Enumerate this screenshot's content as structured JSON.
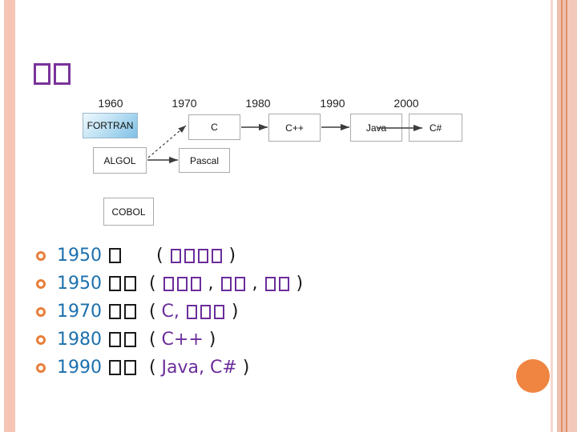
{
  "colors": {
    "title_purple": "#7a3399",
    "list_year_blue": "#1c70ad",
    "list_lang_purple": "#6b2d9b",
    "bullet_orange": "#e87e39",
    "stripe_salmon": "#f6c5b5",
    "circle_orange": "#ef8540",
    "fortran_box_blue": "#7fc0e6"
  },
  "title": {
    "tofu_count": 2
  },
  "diagram": {
    "years": [
      "1960",
      "1970",
      "1980",
      "1990",
      "2000"
    ],
    "boxes": [
      {
        "label": "FORTRAN"
      },
      {
        "label": "ALGOL"
      },
      {
        "label": "COBOL"
      },
      {
        "label": "C"
      },
      {
        "label": "Pascal"
      },
      {
        "label": "C++"
      },
      {
        "label": "Java"
      },
      {
        "label": "C#"
      }
    ]
  },
  "bullets": [
    {
      "segments": [
        {
          "t": "1950 ",
          "c": "blue"
        },
        {
          "tofu": 1,
          "c": "black"
        },
        {
          "t": "      ( ",
          "c": "black"
        },
        {
          "tofu": 4,
          "c": "purple"
        },
        {
          "t": " )",
          "c": "black"
        }
      ]
    },
    {
      "segments": [
        {
          "t": "1950 ",
          "c": "blue"
        },
        {
          "tofu": 2,
          "c": "black"
        },
        {
          "t": "  ( ",
          "c": "black"
        },
        {
          "tofu": 3,
          "c": "purple"
        },
        {
          "t": " , ",
          "c": "black"
        },
        {
          "tofu": 2,
          "c": "purple"
        },
        {
          "t": " , ",
          "c": "black"
        },
        {
          "tofu": 2,
          "c": "purple"
        },
        {
          "t": " )",
          "c": "black"
        }
      ]
    },
    {
      "segments": [
        {
          "t": "1970 ",
          "c": "blue"
        },
        {
          "tofu": 2,
          "c": "black"
        },
        {
          "t": "  ( ",
          "c": "black"
        },
        {
          "t": "C, ",
          "c": "purple"
        },
        {
          "tofu": 3,
          "c": "purple"
        },
        {
          "t": " )",
          "c": "black"
        }
      ]
    },
    {
      "segments": [
        {
          "t": "1980 ",
          "c": "blue"
        },
        {
          "tofu": 2,
          "c": "black"
        },
        {
          "t": "  ( ",
          "c": "black"
        },
        {
          "t": "C++",
          "c": "purple"
        },
        {
          "t": " )",
          "c": "black"
        }
      ]
    },
    {
      "segments": [
        {
          "t": "1990 ",
          "c": "blue"
        },
        {
          "tofu": 2,
          "c": "black"
        },
        {
          "t": "  ( ",
          "c": "black"
        },
        {
          "t": "Java, C#",
          "c": "purple"
        },
        {
          "t": " )",
          "c": "black"
        }
      ]
    }
  ]
}
